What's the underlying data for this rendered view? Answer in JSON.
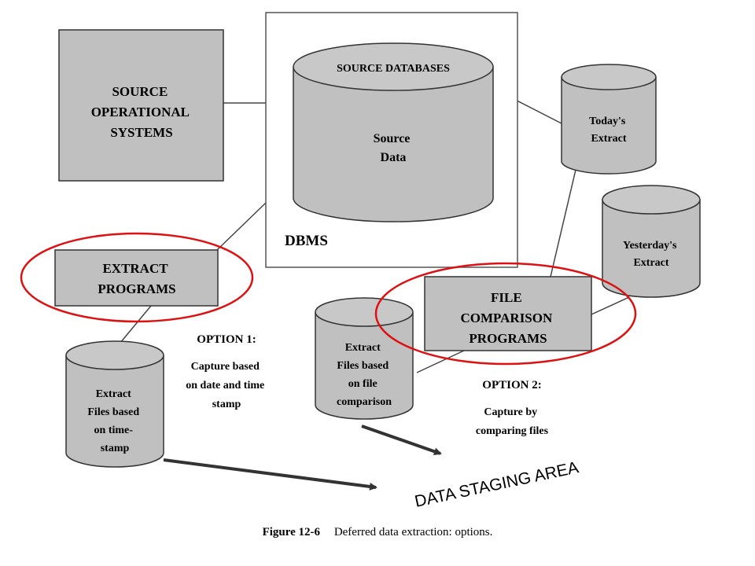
{
  "nodes": {
    "source_operational": [
      "SOURCE",
      "OPERATIONAL",
      "SYSTEMS"
    ],
    "source_databases_label": "SOURCE DATABASES",
    "source_data": [
      "Source",
      "Data"
    ],
    "dbms": "DBMS",
    "todays_extract": [
      "Today's",
      "Extract"
    ],
    "yesterdays_extract": [
      "Yesterday's",
      "Extract"
    ],
    "extract_programs": [
      "EXTRACT",
      "PROGRAMS"
    ],
    "file_comparison": [
      "FILE",
      "COMPARISON",
      "PROGRAMS"
    ],
    "extract_files_timestamp": [
      "Extract",
      "Files based",
      "on time-",
      "stamp"
    ],
    "extract_files_comparison": [
      "Extract",
      "Files based",
      "on file",
      "comparison"
    ]
  },
  "options": {
    "option1_title": "OPTION 1:",
    "option1_text": [
      "Capture based",
      "on date and time",
      "stamp"
    ],
    "option2_title": "OPTION 2:",
    "option2_text": [
      "Capture by",
      "comparing files"
    ]
  },
  "staging_area": "DATA STAGING AREA",
  "caption": {
    "label": "Figure 12-6",
    "text": "Deferred data extraction: options."
  },
  "colors": {
    "fill": "#c0c0c0",
    "highlight": "#dd1111",
    "stroke": "#333333"
  }
}
